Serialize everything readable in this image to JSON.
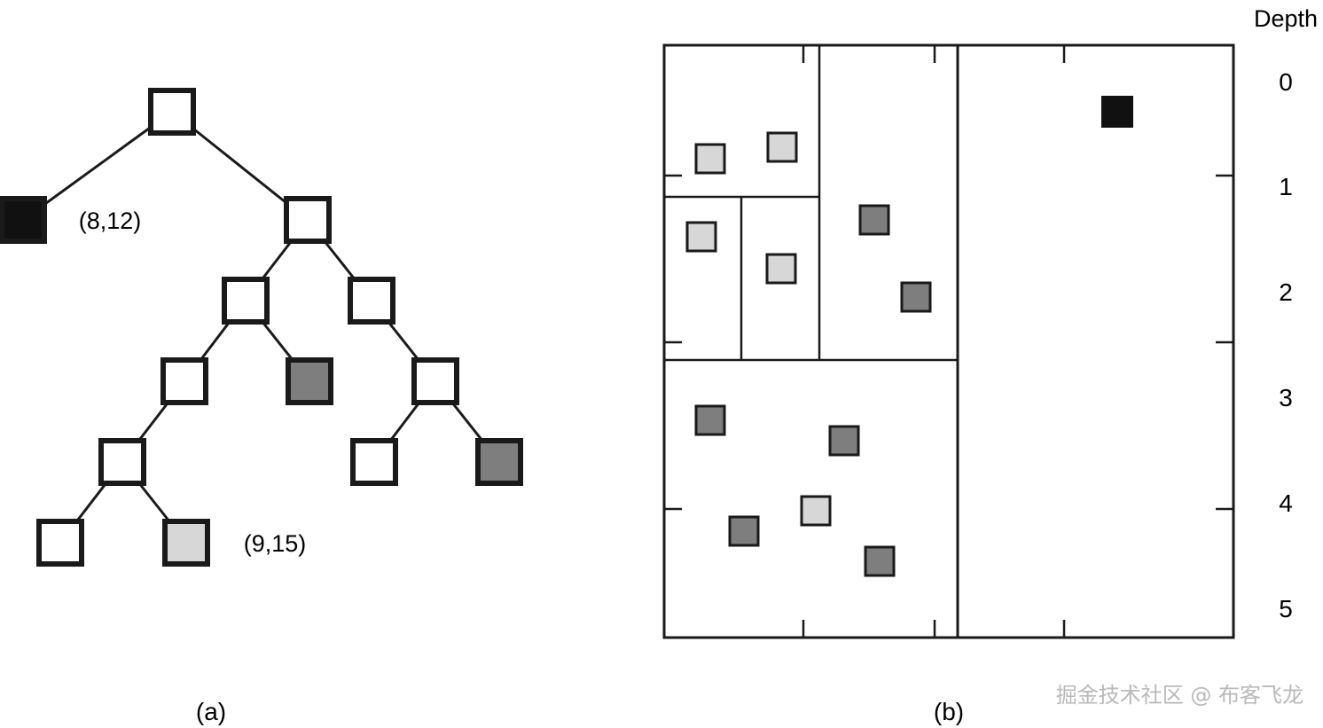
{
  "colors": {
    "empty": "#ffffff",
    "black": "#111111",
    "dark_gray": "#7e7e7e",
    "light_gray": "#d7d7d7",
    "stroke": "#1a1a1a"
  },
  "depth_header": "Depth",
  "depth_levels": [
    "0",
    "1",
    "2",
    "3",
    "4",
    "5"
  ],
  "caption_a": "(a)",
  "caption_b": "(b)",
  "watermark": "掘金技术社区 @ 布客飞龙",
  "tree": {
    "nodes": [
      {
        "id": "n0",
        "fill": "empty"
      },
      {
        "id": "n1",
        "fill": "black",
        "label": "(8,12)"
      },
      {
        "id": "n2",
        "fill": "empty"
      },
      {
        "id": "n3",
        "fill": "empty"
      },
      {
        "id": "n4",
        "fill": "empty"
      },
      {
        "id": "n5",
        "fill": "empty"
      },
      {
        "id": "n6",
        "fill": "dark_gray"
      },
      {
        "id": "n7",
        "fill": "empty"
      },
      {
        "id": "n8",
        "fill": "empty"
      },
      {
        "id": "n9",
        "fill": "empty"
      },
      {
        "id": "n10",
        "fill": "dark_gray"
      },
      {
        "id": "n11",
        "fill": "empty"
      },
      {
        "id": "n12",
        "fill": "light_gray",
        "label": "(9,15)"
      }
    ],
    "edges": [
      [
        "n0",
        "n1"
      ],
      [
        "n0",
        "n2"
      ],
      [
        "n2",
        "n3"
      ],
      [
        "n2",
        "n4"
      ],
      [
        "n3",
        "n5"
      ],
      [
        "n3",
        "n6"
      ],
      [
        "n4",
        "n7"
      ],
      [
        "n5",
        "n8"
      ],
      [
        "n7",
        "n9"
      ],
      [
        "n7",
        "n10"
      ],
      [
        "n8",
        "n11"
      ],
      [
        "n8",
        "n12"
      ]
    ]
  },
  "partition_points": [
    {
      "fill": "black"
    },
    {
      "fill": "light_gray"
    },
    {
      "fill": "light_gray"
    },
    {
      "fill": "light_gray"
    },
    {
      "fill": "light_gray"
    },
    {
      "fill": "dark_gray"
    },
    {
      "fill": "dark_gray"
    },
    {
      "fill": "dark_gray"
    },
    {
      "fill": "dark_gray"
    },
    {
      "fill": "light_gray"
    },
    {
      "fill": "dark_gray"
    },
    {
      "fill": "dark_gray"
    }
  ]
}
